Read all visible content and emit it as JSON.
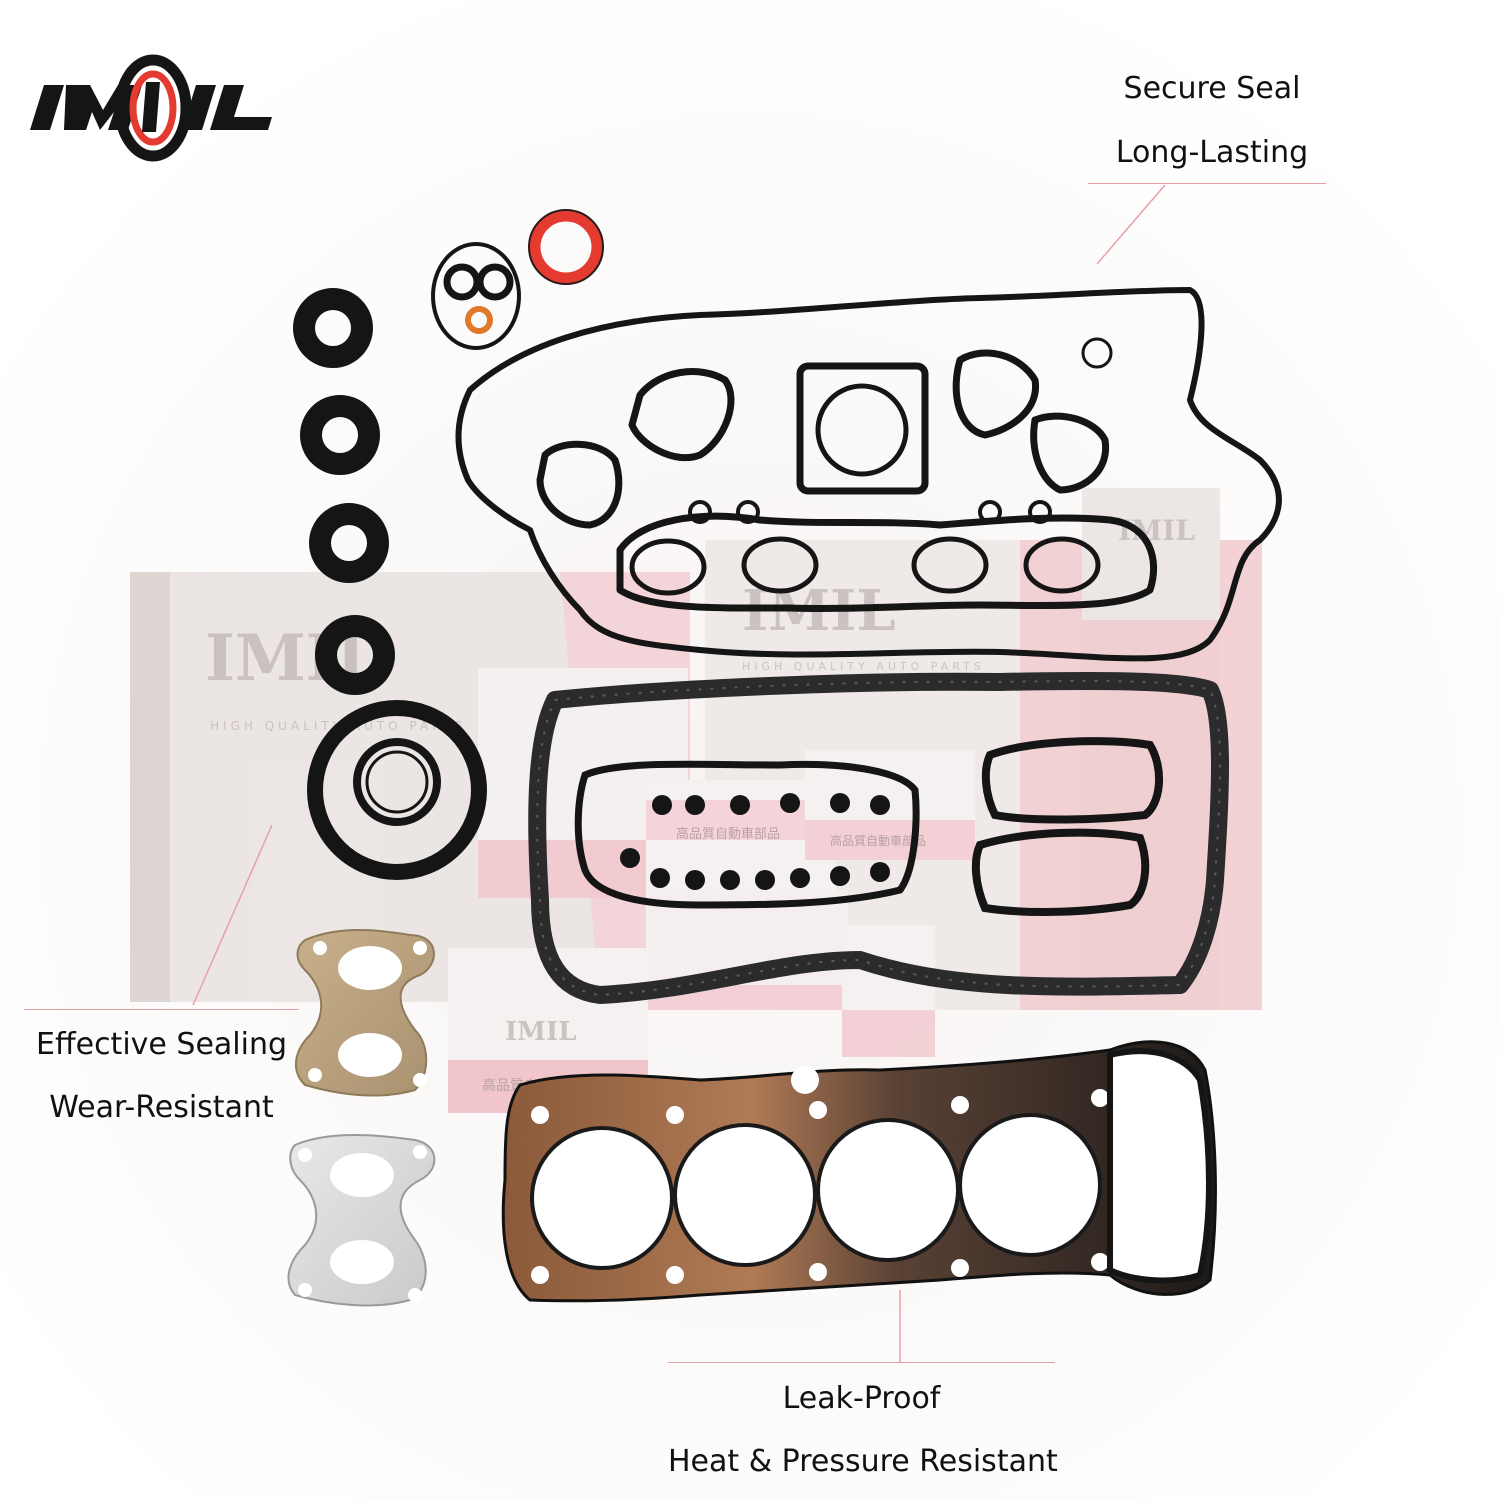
{
  "brand": {
    "logo_text": "IMIL",
    "colors": {
      "black": "#151515",
      "red": "#e53a2f",
      "pink": "#f1c4c9"
    }
  },
  "callouts": {
    "top_right": {
      "line1": "Secure Seal",
      "line2": "Long-Lasting"
    },
    "left": {
      "line1": "Effective Sealing",
      "line2": "Wear-Resistant"
    },
    "bottom": {
      "line1": "Leak-Proof",
      "line2": "Heat & Pressure Resistant"
    }
  },
  "packaging": {
    "brand": "IMIL",
    "tagline": "HIGH QUALITY AUTO PARTS",
    "jp_text": "高品質自動車部品"
  }
}
